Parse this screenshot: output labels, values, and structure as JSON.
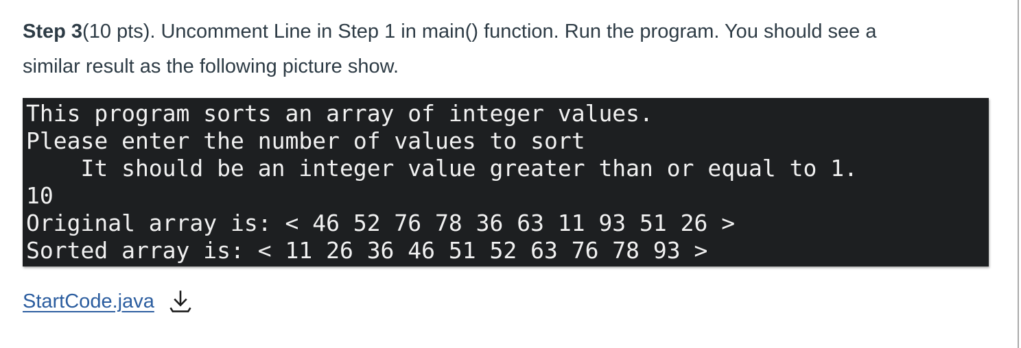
{
  "page": {
    "background": "#ffffff",
    "right_border_color": "#a9a9a9"
  },
  "intro": {
    "bold": "Step 3",
    "rest_line1": "(10 pts). Uncomment Line in Step 1 in main() function. Run the program. You should see a",
    "line2": "similar result as the following picture show.",
    "text_color": "#2d3b45"
  },
  "terminal": {
    "background": "#1d1f21",
    "text_color": "#f1f1f1",
    "lines": [
      "This program sorts an array of integer values.",
      "Please enter the number of values to sort",
      "    It should be an integer value greater than or equal to 1.",
      "10",
      "Original array is: < 46 52 76 78 36 63 11 93 51 26 >",
      "Sorted array is: < 11 26 36 46 51 52 63 76 78 93 >"
    ]
  },
  "attachment": {
    "link_label": "StartCode.java",
    "link_color": "#2b5d9f",
    "icon": "download-icon",
    "icon_color": "#1c1c1c"
  }
}
